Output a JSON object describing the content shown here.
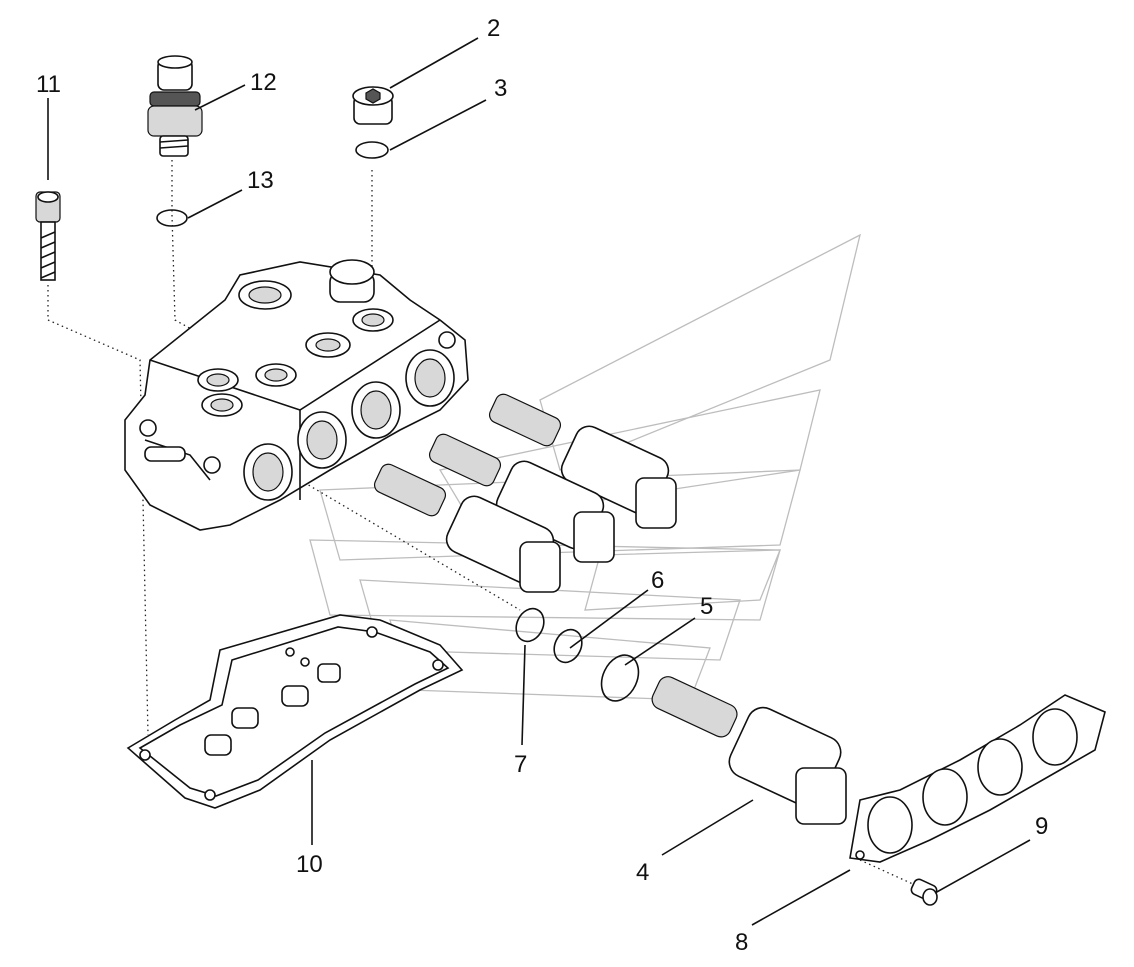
{
  "diagram": {
    "callouts": {
      "c2": "2",
      "c3": "3",
      "c4": "4",
      "c5": "5",
      "c6": "6",
      "c7": "7",
      "c8": "8",
      "c9": "9",
      "c10": "10",
      "c11": "11",
      "c12": "12",
      "c13": "13"
    }
  },
  "colors": {
    "line": "#111111",
    "watermark": "#bdbdbd",
    "shade": "#d8d8d8"
  }
}
